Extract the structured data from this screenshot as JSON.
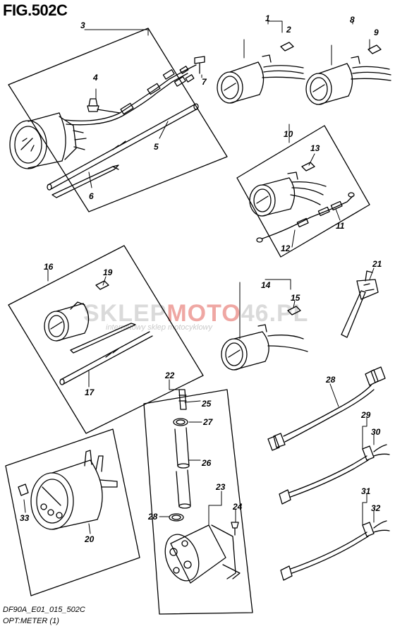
{
  "figure": {
    "title": "FIG.502C",
    "footer_line1": "DF90A_E01_015_502C",
    "footer_line2": "OPT:METER (1)"
  },
  "watermark": {
    "brand_a": "SKLEP",
    "brand_b": "MOTO",
    "brand_c": "46",
    "brand_d": ".PL",
    "tagline": "internetowy sklep motocyklowy"
  },
  "callouts": [
    "1",
    "2",
    "3",
    "4",
    "5",
    "6",
    "7",
    "8",
    "9",
    "10",
    "11",
    "12",
    "13",
    "14",
    "15",
    "16",
    "17",
    "19",
    "20",
    "21",
    "22",
    "23",
    "24",
    "25",
    "26",
    "27",
    "28",
    "28",
    "29",
    "30",
    "31",
    "32",
    "33"
  ],
  "colors": {
    "line": "#000000",
    "background": "#ffffff"
  }
}
